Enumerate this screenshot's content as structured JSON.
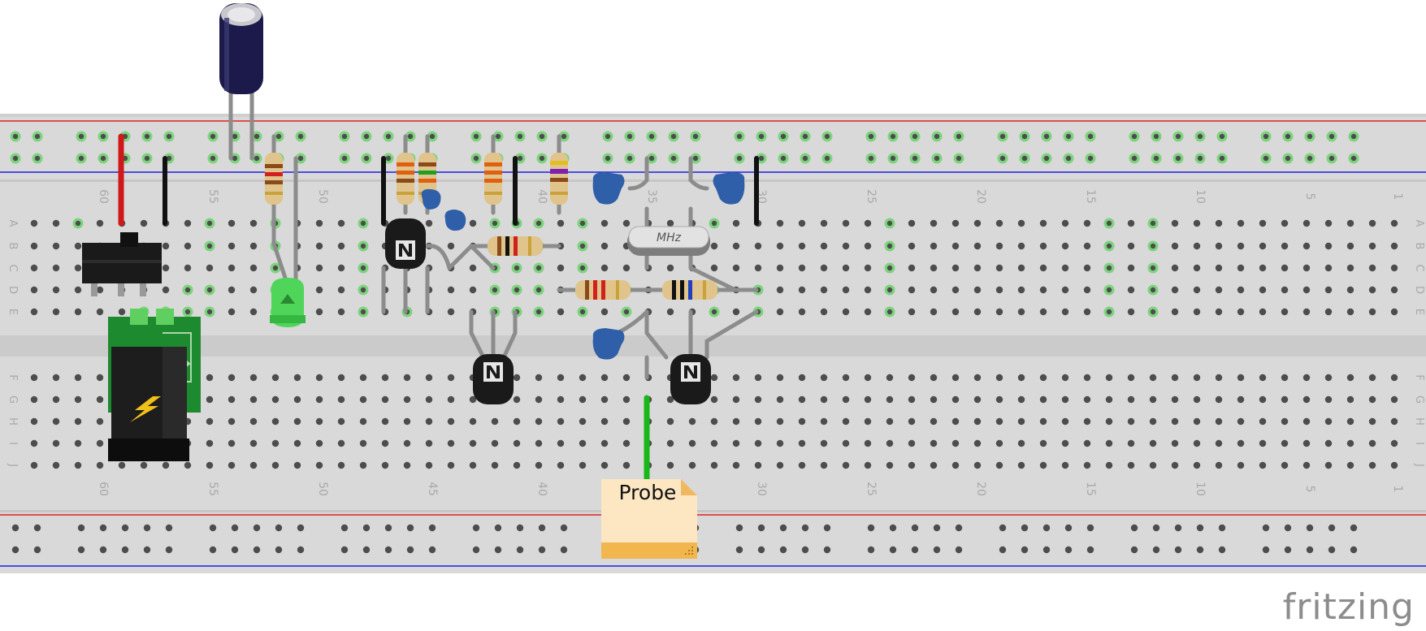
{
  "breadboard": {
    "column_numbers": [
      "1",
      "5",
      "10",
      "15",
      "20",
      "25",
      "30",
      "35",
      "40",
      "45",
      "50",
      "55",
      "60"
    ],
    "row_letters": [
      "A",
      "B",
      "C",
      "D",
      "E",
      "F",
      "G",
      "H",
      "I",
      "J"
    ]
  },
  "crystal": {
    "label": "MHz"
  },
  "probe": {
    "label": "Probe"
  },
  "brand": {
    "text": "fritzing"
  },
  "colors": {
    "board": "#d9d9d9",
    "rail_red": "#e02020",
    "rail_blue": "#2020e0",
    "hole_active": "#7ed37e",
    "wire_red": "#d01818",
    "wire_black": "#111111",
    "wire_green": "#18b818",
    "capacitor_blue": "#2e5fa8",
    "led_green": "#4fd65a",
    "electrolytic": "#1c1a4a"
  }
}
